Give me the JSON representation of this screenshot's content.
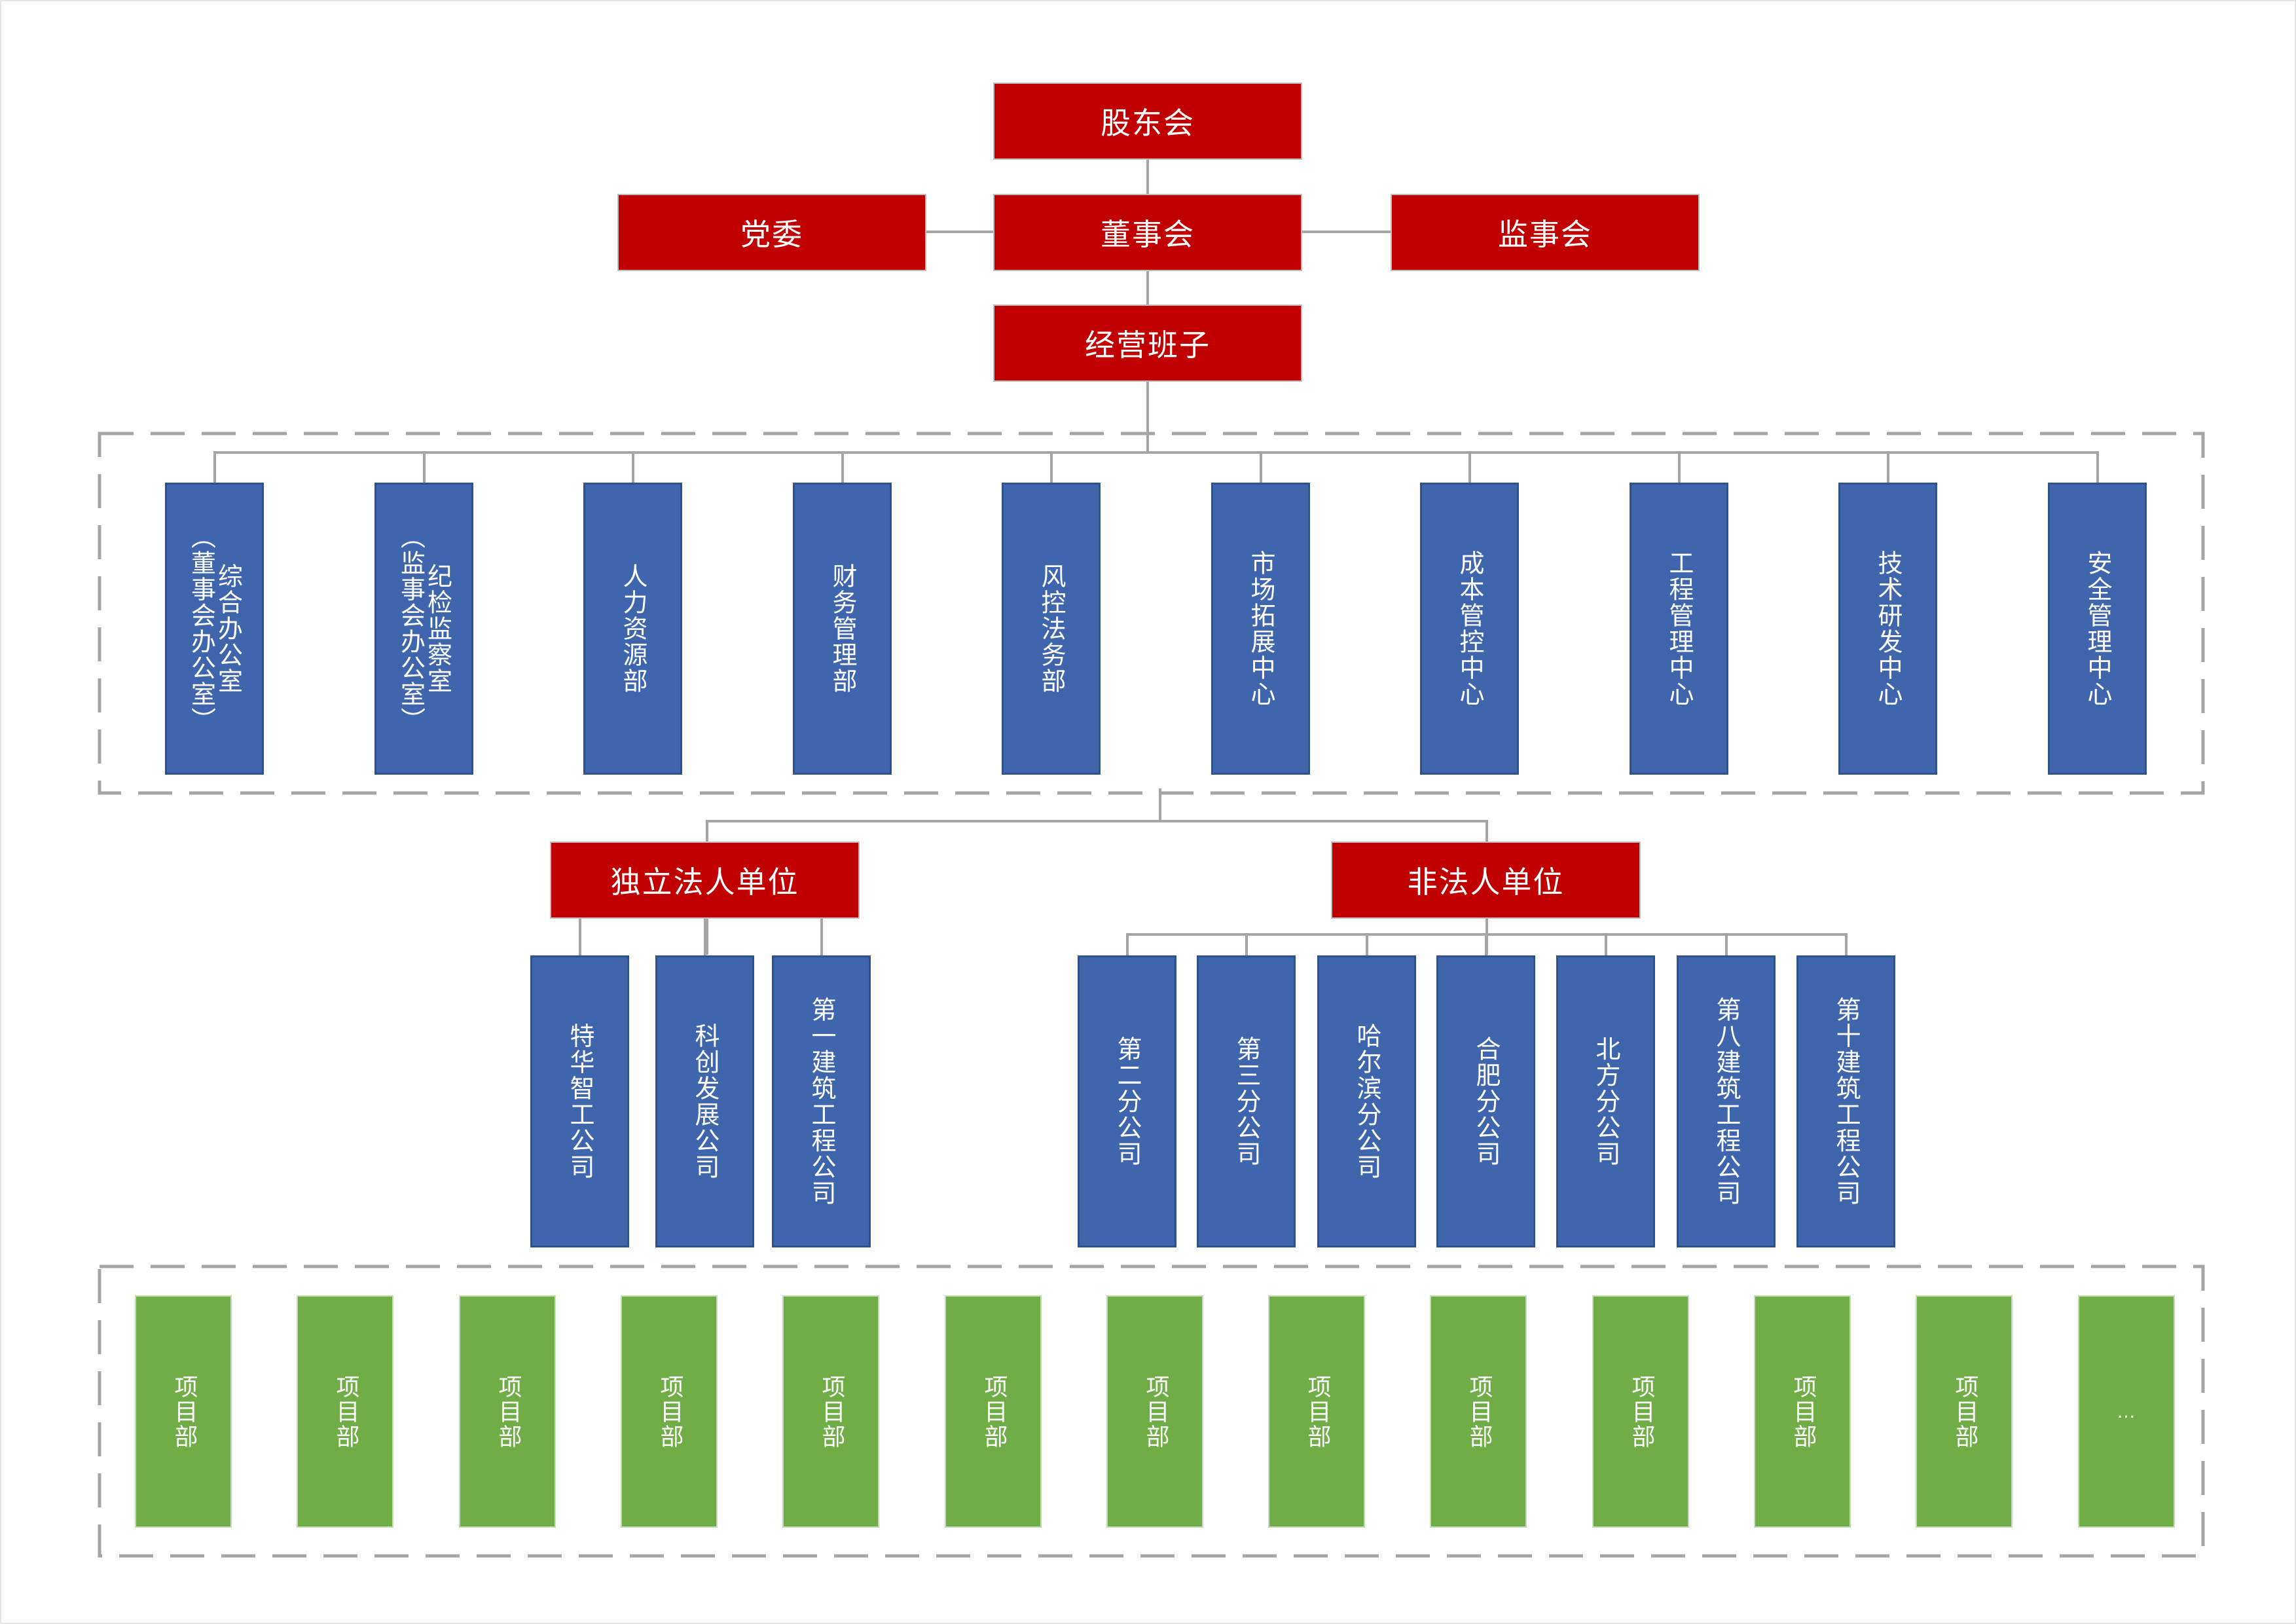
{
  "colors": {
    "governance_node": "#c00000",
    "department_node": "#3f65ad",
    "project_node": "#70ad47",
    "connector": "#a5a5a5",
    "group_border": "#a5a5a5"
  },
  "governance": {
    "shareholders": "股东会",
    "board": "董事会",
    "party_committee": "党委",
    "supervisory_board": "监事会",
    "management_team": "经营班子"
  },
  "departments": [
    {
      "label": "综合办公室（董事会办公室）",
      "lines": [
        "（董事会办公室）",
        "综合办公室"
      ]
    },
    {
      "label": "纪检监察室（监事会办公室）",
      "lines": [
        "（监事会办公室）",
        "纪检监察室"
      ]
    },
    {
      "label": "人力资源部",
      "lines": [
        "人力资源部"
      ]
    },
    {
      "label": "财务管理部",
      "lines": [
        "财务管理部"
      ]
    },
    {
      "label": "风控法务部",
      "lines": [
        "风控法务部"
      ]
    },
    {
      "label": "市场拓展中心",
      "lines": [
        "市场拓展中心"
      ]
    },
    {
      "label": "成本管控中心",
      "lines": [
        "成本管控中心"
      ]
    },
    {
      "label": "工程管理中心",
      "lines": [
        "工程管理中心"
      ]
    },
    {
      "label": "技术研发中心",
      "lines": [
        "技术研发中心"
      ]
    },
    {
      "label": "安全管理中心",
      "lines": [
        "安全管理中心"
      ]
    }
  ],
  "unit_groups": [
    {
      "label": "独立法人单位",
      "units": [
        "特华智工公司",
        "科创发展公司",
        "第一建筑工程公司"
      ]
    },
    {
      "label": "非法人单位",
      "units": [
        "第二分公司",
        "第三分公司",
        "哈尔滨分公司",
        "合肥分公司",
        "北方分公司",
        "第八建筑工程公司",
        "第十建筑工程公司"
      ]
    }
  ],
  "projects": [
    "项目部",
    "项目部",
    "项目部",
    "项目部",
    "项目部",
    "项目部",
    "项目部",
    "项目部",
    "项目部",
    "项目部",
    "项目部",
    "项目部",
    "…"
  ]
}
